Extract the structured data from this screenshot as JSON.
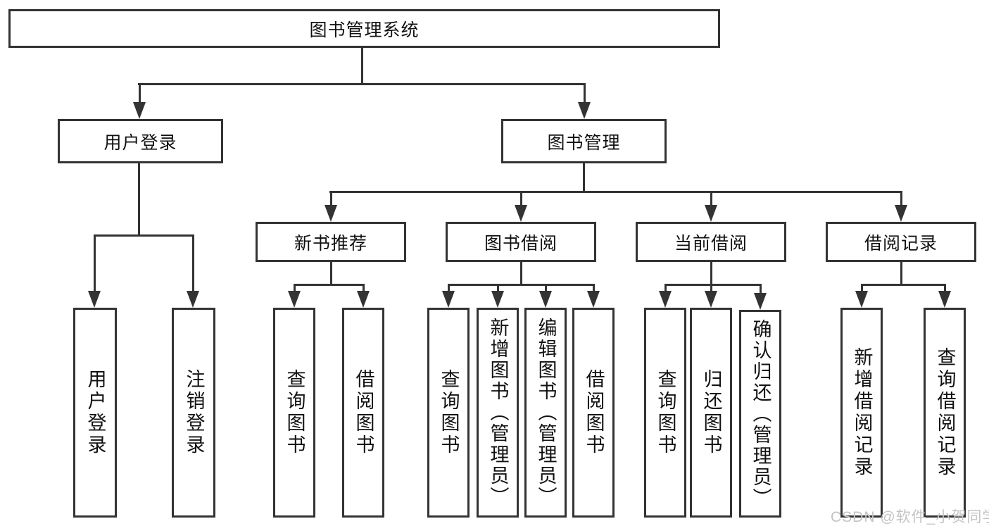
{
  "root": {
    "label": "图书管理系统"
  },
  "branches": {
    "user_login": {
      "label": "用户登录",
      "children": [
        "用户登录",
        "注销登录"
      ]
    },
    "book_management": {
      "label": "图书管理",
      "sections": [
        {
          "label": "新书推荐",
          "children": [
            "查询图书",
            "借阅图书"
          ]
        },
        {
          "label": "图书借阅",
          "children": [
            "查询图书",
            "新增图书（管理员）",
            "编辑图书（管理员）",
            "借阅图书"
          ]
        },
        {
          "label": "当前借阅",
          "children": [
            "查询图书",
            "归还图书",
            "确认归还（管理员）"
          ]
        },
        {
          "label": "借阅记录",
          "children": [
            "新增借阅记录",
            "查询借阅记录"
          ]
        }
      ]
    }
  },
  "watermark": "CSDN @软件_小贺同学",
  "colors": {
    "line": "#333333",
    "box_border": "#333333",
    "text": "#111111",
    "background": "#ffffff",
    "watermark": "#c4c4c4"
  }
}
